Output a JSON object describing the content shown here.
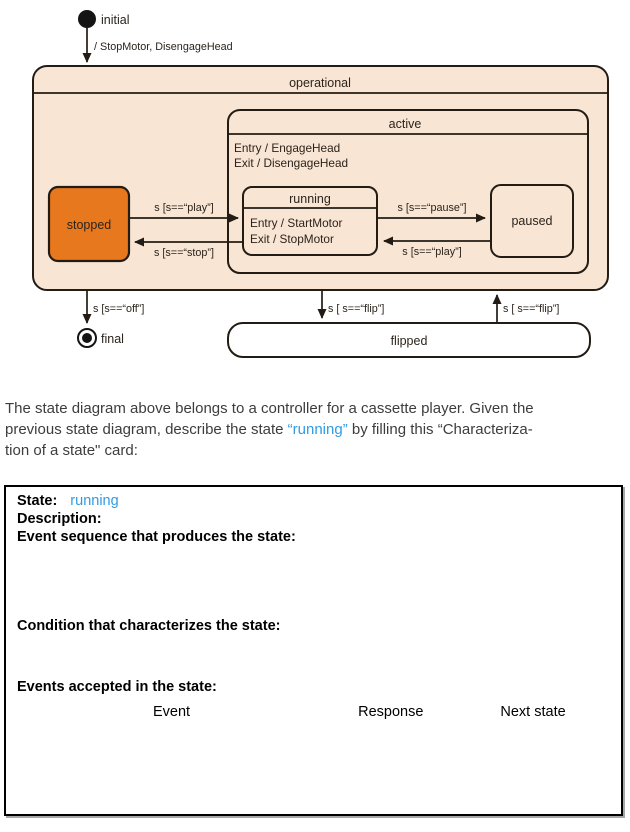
{
  "diagram": {
    "initial_label": "initial",
    "initial_action": "/ StopMotor, DisengageHead",
    "final_label": "final",
    "states": {
      "operational": "operational",
      "active": "active",
      "active_entry": "Entry / EngageHead",
      "active_exit": "Exit / DisengageHead",
      "running": "running",
      "running_entry": "Entry / StartMotor",
      "running_exit": "Exit / StopMotor",
      "stopped": "stopped",
      "paused": "paused",
      "flipped": "flipped"
    },
    "transitions": {
      "play_to_running": "s [s==“play”]",
      "stop_to_stopped": "s [s==“stop”]",
      "pause_to_paused": "s [s==“pause”]",
      "play_to_running2": "s [s==“play”]",
      "off_to_final": "s [s==“off”]",
      "flip_down": "s [ s==“flip”]",
      "flip_up": "s [ s==“flip”]"
    },
    "colors": {
      "state_fill": "#f9e5d3",
      "stopped_fill": "#e8781e",
      "stroke": "#221c15"
    }
  },
  "question": {
    "line1": "The state diagram above belongs to a controller for a cassette player. Given the",
    "line2_before": "previous state diagram, describe the state ",
    "line2_highlight": "“running”",
    "line2_after": " by filling this “Characteriza-",
    "line3": "tion of a state\" card:",
    "highlight_color": "#2e9ce4"
  },
  "card": {
    "state_label": "State:",
    "state_value": "running",
    "description_label": "Description:",
    "event_sequence_label": "Event sequence that produces the state:",
    "condition_label": "Condition that characterizes the state:",
    "events_accepted_label": "Events accepted in the state:",
    "columns": [
      "Event",
      "Response",
      "Next state"
    ]
  }
}
